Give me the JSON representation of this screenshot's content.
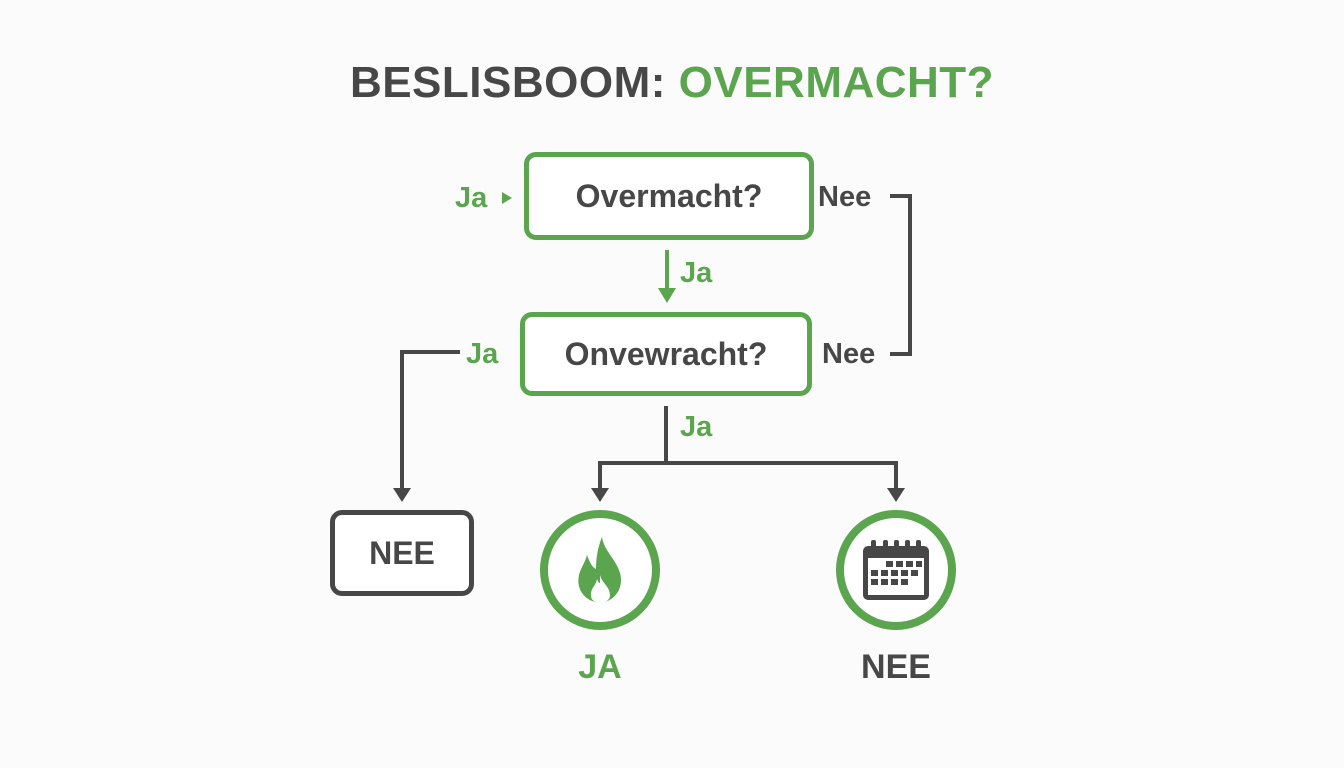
{
  "title": {
    "part1": "BESLISBOOM:",
    "part2": "OVERMACHT?"
  },
  "nodes": {
    "q1": {
      "label": "Overmacht?",
      "in_label": "Ja",
      "yes_label": "Ja",
      "no_label": "Nee"
    },
    "q2": {
      "label": "Onvewracht?",
      "yes_left_label": "Ja",
      "no_label": "Nee",
      "yes_down_label": "Ja"
    },
    "result_left": {
      "label": "NEE"
    },
    "result_fire": {
      "label": "JA",
      "icon": "fire-icon"
    },
    "result_calendar": {
      "label": "NEE",
      "icon": "calendar-icon"
    }
  },
  "colors": {
    "green": "#5aa54e",
    "dark": "#474747",
    "background": "#fbfbfb"
  }
}
